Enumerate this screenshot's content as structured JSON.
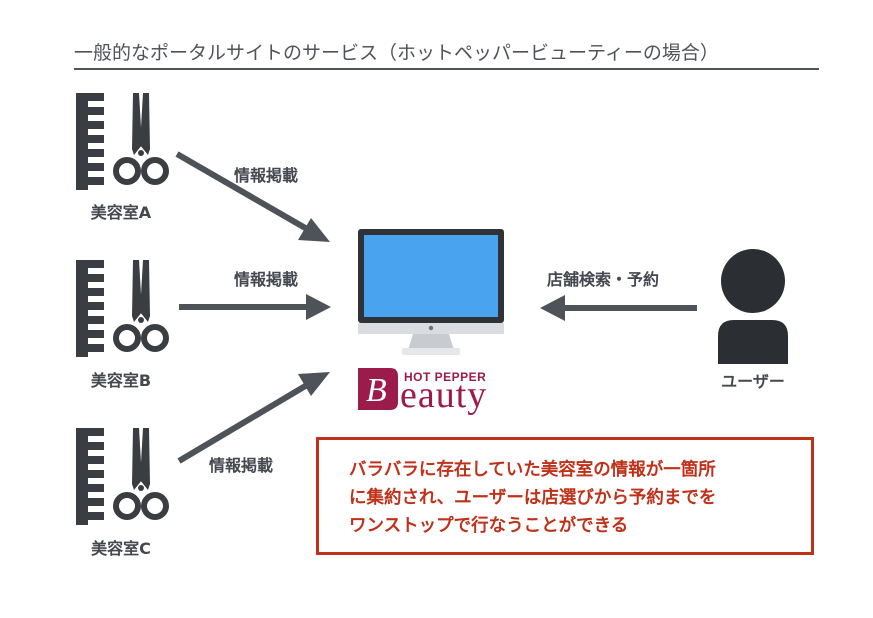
{
  "title": "一般的なポータルサイトのサービス（ホットペッパービューティーの場合）",
  "salons": [
    {
      "name": "美容室A",
      "arrow_label": "情報掲載"
    },
    {
      "name": "美容室B",
      "arrow_label": "情報掲載"
    },
    {
      "name": "美容室C",
      "arrow_label": "情報掲載"
    }
  ],
  "user": {
    "name": "ユーザー",
    "arrow_label": "店舗検索・予約"
  },
  "logo": {
    "top": "HOT PEPPER",
    "initial": "B",
    "rest": "eauty"
  },
  "notice": {
    "lines": [
      "バラバラに存在していた美容室の情報が一箇所",
      "に集約され、ユーザーは店選びから予約までを",
      "ワンストップで行なうことができる"
    ]
  },
  "colors": {
    "icon": "#3a3d42",
    "arrow": "#4d5359",
    "screen": "#4aa3ee",
    "accent": "#c0311a",
    "logo": "#9b1b4a"
  }
}
